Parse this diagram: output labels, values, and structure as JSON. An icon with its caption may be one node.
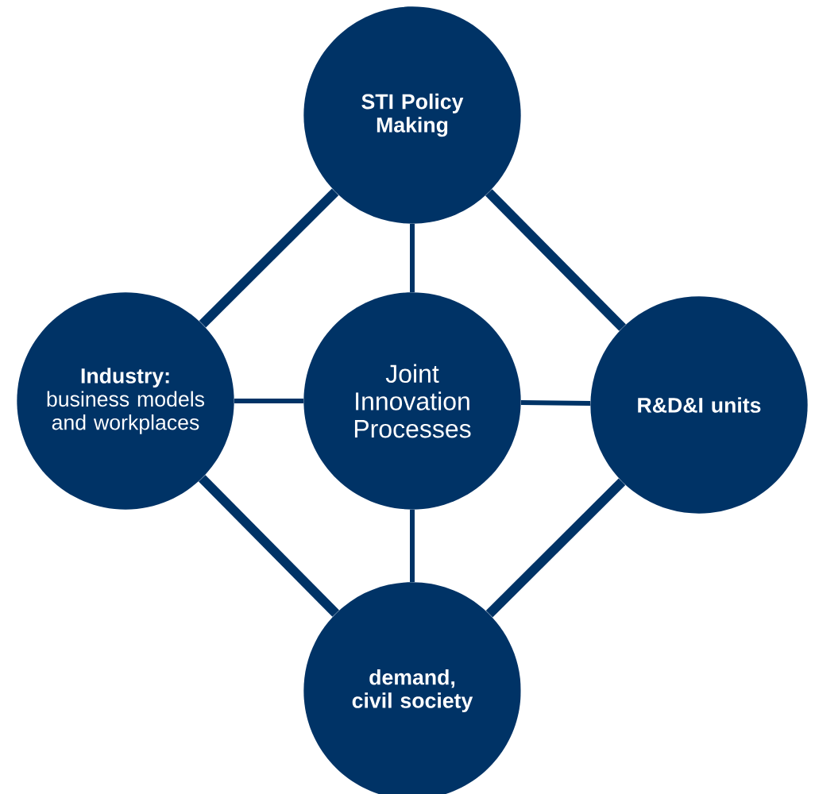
{
  "diagram": {
    "nodes": [
      {
        "text": [
          "STI Policy Making"
        ]
      },
      {
        "text": [
          "Industry:",
          "business models and workplaces"
        ]
      },
      {
        "text": [
          "Joint Innovation Processes"
        ]
      },
      {
        "text": [
          "R&D&I units"
        ]
      },
      {
        "text": [
          "demand, civil society"
        ]
      }
    ],
    "edges": [
      {
        "from": 0,
        "to": 1,
        "arrow": "none",
        "style": "thick"
      },
      {
        "from": 0,
        "to": 3,
        "arrow": "none",
        "style": "thick"
      },
      {
        "from": 1,
        "to": 4,
        "arrow": "none",
        "style": "thick"
      },
      {
        "from": 3,
        "to": 4,
        "arrow": "none",
        "style": "thick"
      },
      {
        "from": 2,
        "to": 0,
        "arrow": "none"
      },
      {
        "from": 2,
        "to": 1,
        "arrow": "none"
      },
      {
        "from": 2,
        "to": 3,
        "arrow": "none"
      },
      {
        "from": 2,
        "to": 4,
        "arrow": "none"
      }
    ]
  }
}
